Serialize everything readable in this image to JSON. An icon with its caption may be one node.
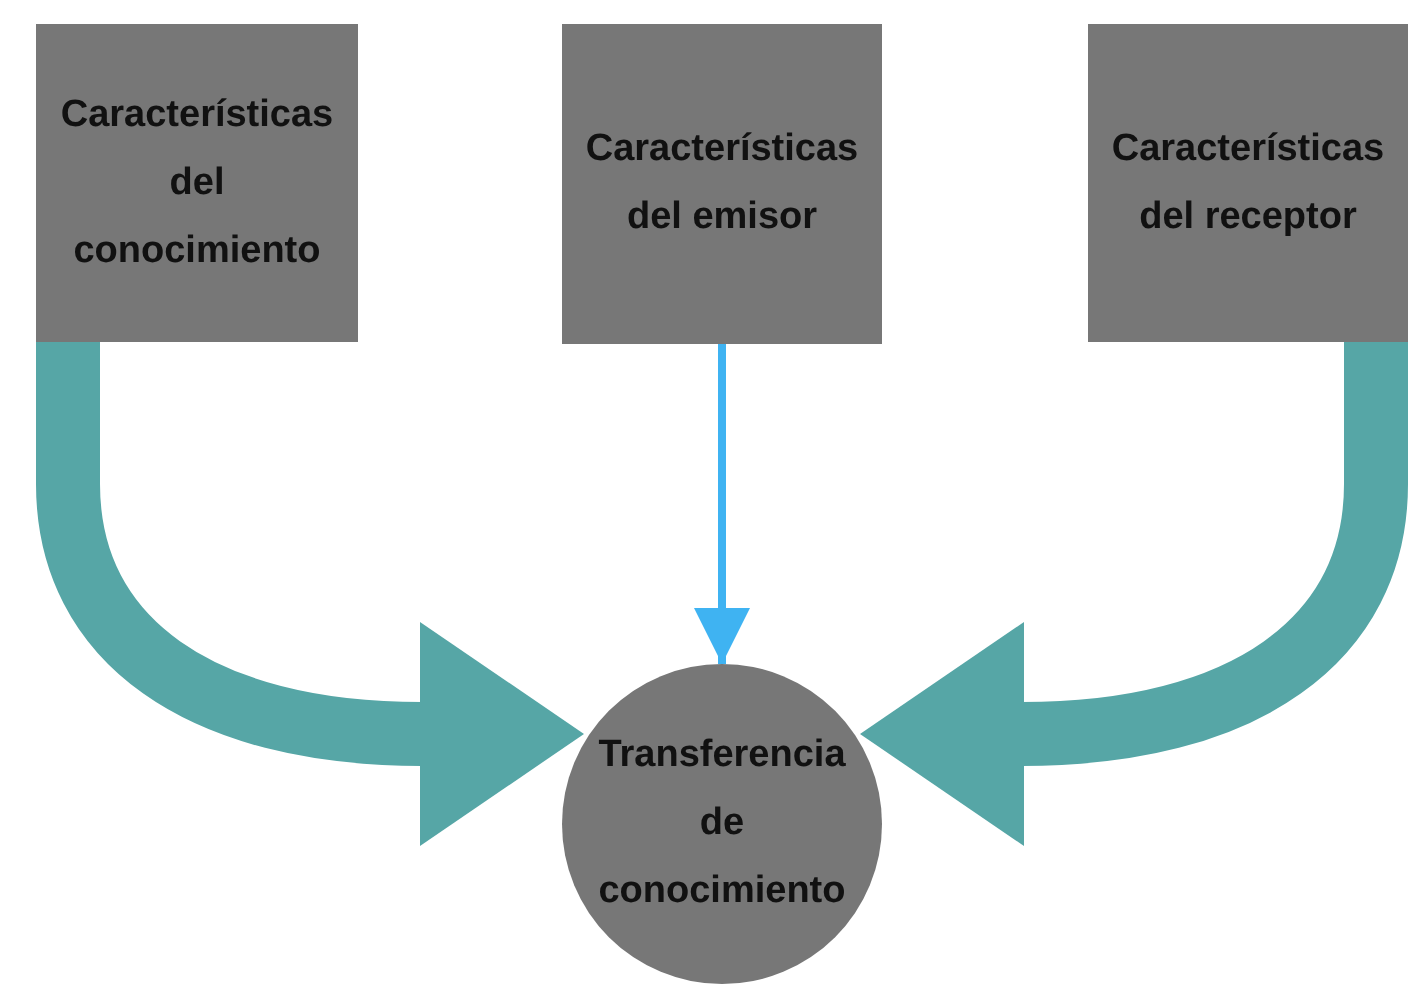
{
  "diagram": {
    "nodes": [
      {
        "text": [
          "Características del conocimiento"
        ]
      },
      {
        "text": [
          "Características del emisor"
        ]
      },
      {
        "text": [
          "Características del receptor"
        ]
      },
      {
        "text": [
          "Transferencia de conocimiento"
        ]
      }
    ],
    "edges": [
      {
        "from": 0,
        "to": 3,
        "arrow": "to"
      },
      {
        "from": 1,
        "to": 3,
        "arrow": "to",
        "color": "#3fb3f2"
      },
      {
        "from": 2,
        "to": 3,
        "arrow": "to"
      }
    ]
  }
}
